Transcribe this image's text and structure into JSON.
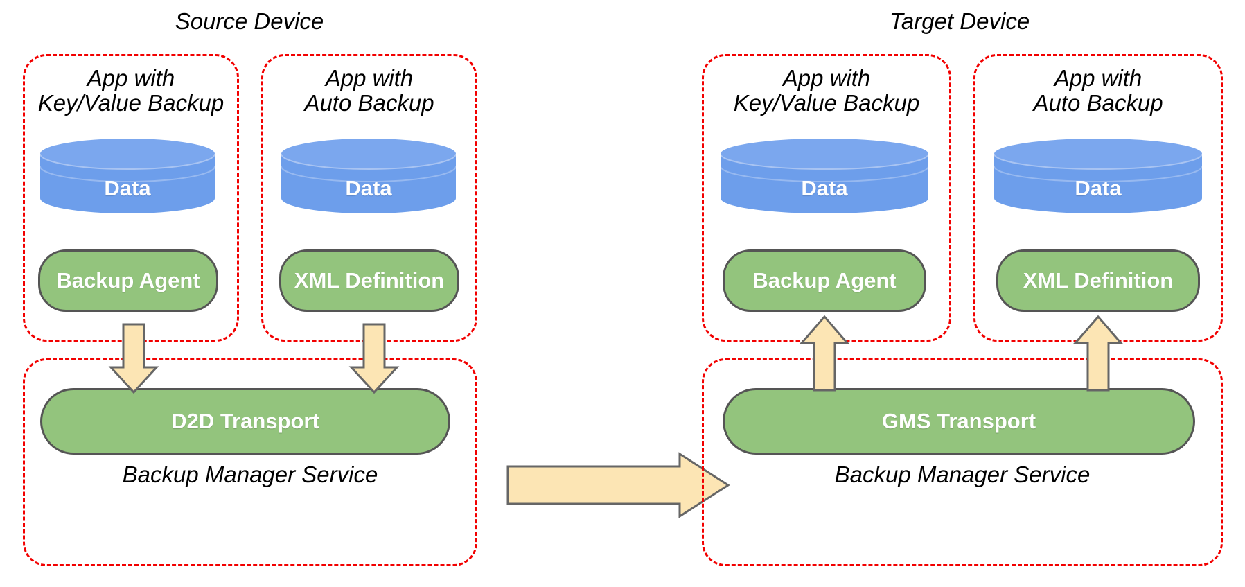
{
  "diagram": {
    "title_source": "Source Device",
    "title_target": "Target Device",
    "colors": {
      "dashed_border": "#f20000",
      "cylinder_fill": "#6d9eeb",
      "pill_fill": "#93c47d",
      "pill_border": "#555555",
      "arrow_fill": "#fce5b4",
      "arrow_border": "#666666",
      "text_on_shape": "#ffffff",
      "text_plain": "#000000",
      "background": "#ffffff"
    },
    "devices": [
      {
        "name": "Source Device",
        "apps": [
          {
            "label_line1": "App with",
            "label_line2": "Key/Value Backup",
            "data_label": "Data",
            "component_label": "Backup Agent"
          },
          {
            "label_line1": "App with",
            "label_line2": "Auto Backup",
            "data_label": "Data",
            "component_label": "XML Definition"
          }
        ],
        "service": {
          "transport_label": "D2D Transport",
          "service_label": "Backup Manager Service"
        },
        "arrow_direction": "down"
      },
      {
        "name": "Target Device",
        "apps": [
          {
            "label_line1": "App with",
            "label_line2": "Key/Value Backup",
            "data_label": "Data",
            "component_label": "Backup Agent"
          },
          {
            "label_line1": "App with",
            "label_line2": "Auto Backup",
            "data_label": "Data",
            "component_label": "XML Definition"
          }
        ],
        "service": {
          "transport_label": "GMS Transport",
          "service_label": "Backup Manager Service"
        },
        "arrow_direction": "up"
      }
    ],
    "transfer_arrow": {
      "direction": "right",
      "from": "D2D Transport",
      "to": "GMS Transport",
      "label": ""
    }
  }
}
